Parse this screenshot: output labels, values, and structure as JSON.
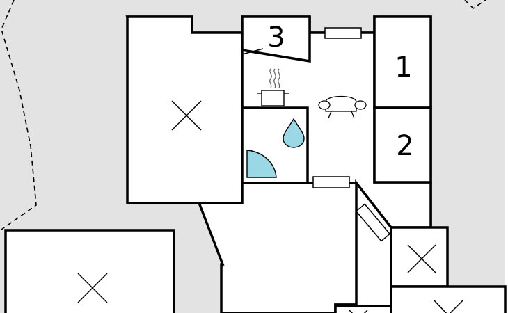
{
  "floorplan": {
    "colors": {
      "terrain": "#e3e3e3",
      "interior": "#ffffff",
      "wall": "#000000",
      "water_fixture": "#9ad8e6"
    },
    "rooms": [
      {
        "number": "1",
        "kind": "bedroom"
      },
      {
        "number": "2",
        "kind": "bedroom"
      },
      {
        "number": "3",
        "kind": "bedroom"
      }
    ],
    "icons": [
      "cooking-pot-icon",
      "sofa-icon",
      "water-drop-icon",
      "shower-icon"
    ]
  }
}
